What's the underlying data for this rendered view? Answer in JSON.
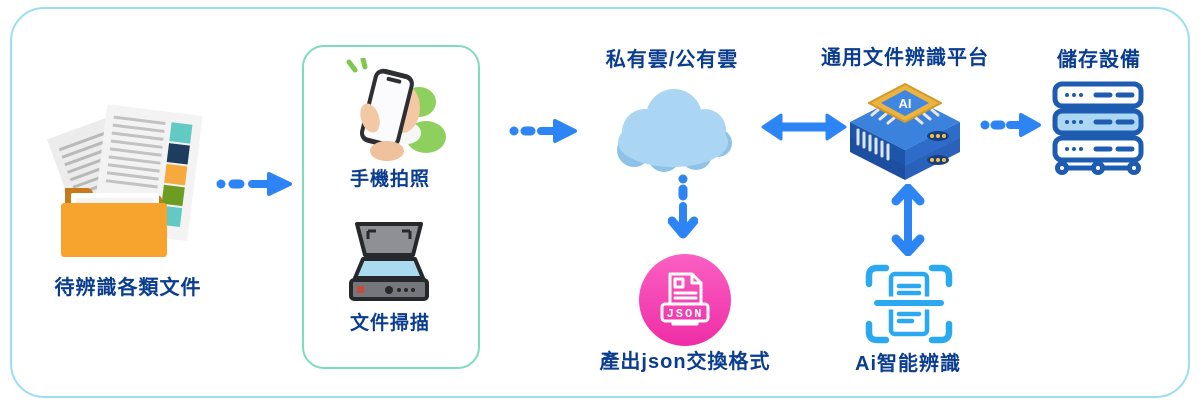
{
  "colors": {
    "arrow_blue": "#2D85F5",
    "label_navy": "#0A3D8F",
    "outer_frame_blue": "#9ADEF2",
    "capture_box_green": "#7EDCBB",
    "cloud_light_blue": "#AAD6F4",
    "cloud_shade_blue": "#8FC2E8",
    "json_pink": "#F23EAE",
    "server_outline_blue": "#1D5CB0",
    "server_fill_blue": "#ABD7F5",
    "scan_icon_blue": "#2AA9F2",
    "folder_orange": "#F6A42E",
    "chip_blue": "#2E66C4",
    "chip_gold": "#EDB33F"
  },
  "nodes": {
    "source": {
      "label": "待辨識各類文件"
    },
    "phone": {
      "label": "手機拍照"
    },
    "scanner": {
      "label": "文件掃描"
    },
    "cloud": {
      "label": "私有雲/公有雲"
    },
    "json_output": {
      "label": "產出json交換格式",
      "badge": "JSON"
    },
    "platform": {
      "label": "通用文件辨識平台",
      "chip_text": "AI"
    },
    "ai_recognition": {
      "label": "Ai智能辨識"
    },
    "storage": {
      "label": "儲存設備"
    }
  }
}
